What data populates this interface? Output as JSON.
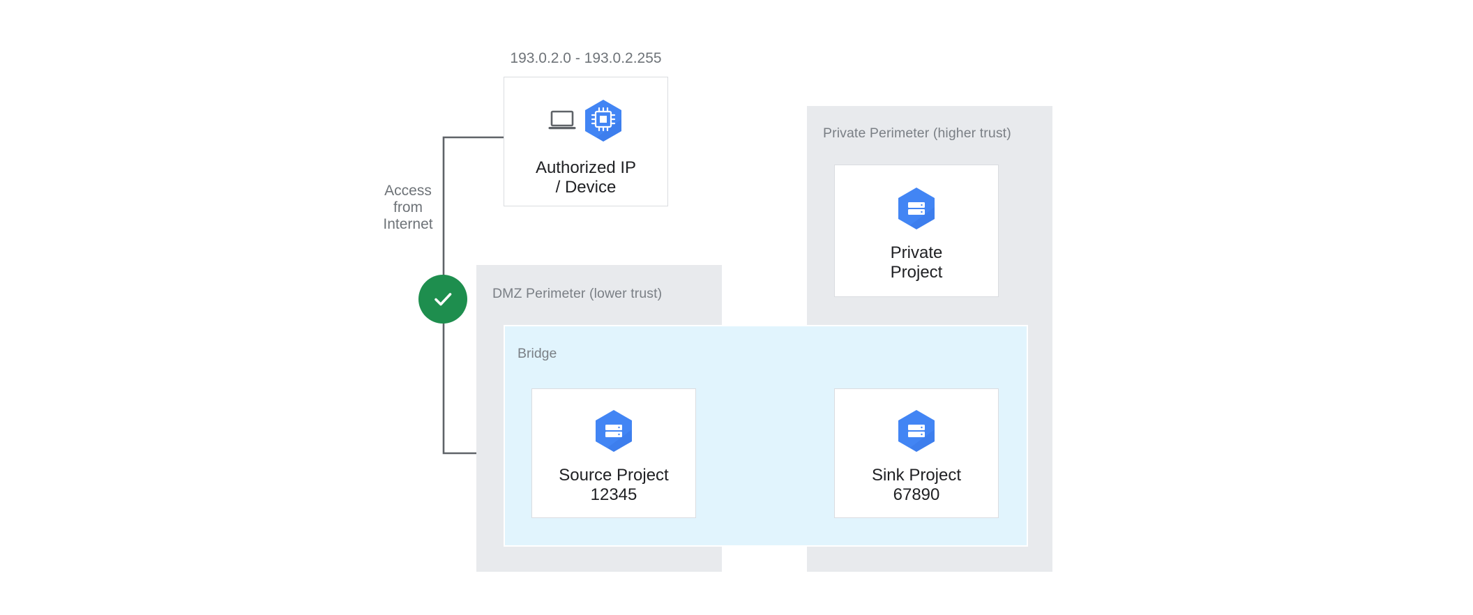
{
  "diagram": {
    "title_caption": "193.0.2.0 - 193.0.2.255",
    "access_label": "Access\nfrom\nInternet",
    "colors": {
      "perimeter_fill": "#E8EAED",
      "bridge_fill": "#E1F4FD",
      "node_border": "#DADCE0",
      "icon_blue": "#4285F4",
      "icon_blue_shadow": "#3367D6",
      "allowed_green": "#1E8E4E",
      "connector_gray": "#5F6368",
      "label_gray": "#7A7F85",
      "text_dark": "#202124"
    }
  },
  "perimeters": [
    {
      "id": "dmz",
      "label": "DMZ Perimeter (lower trust)"
    },
    {
      "id": "private",
      "label": "Private Perimeter (higher trust)"
    }
  ],
  "bridge": {
    "label": "Bridge"
  },
  "nodes": [
    {
      "id": "authorized-device",
      "label": "Authorized IP\n/ Device",
      "icons": [
        "laptop-icon",
        "compute-chip-icon"
      ],
      "caption": "193.0.2.0 - 193.0.2.255"
    },
    {
      "id": "private-project",
      "label": "Private\nProject",
      "icons": [
        "project-icon"
      ]
    },
    {
      "id": "source-project",
      "label": "Source Project\n12345",
      "icons": [
        "project-icon"
      ]
    },
    {
      "id": "sink-project",
      "label": "Sink Project\n67890",
      "icons": [
        "project-icon"
      ]
    }
  ],
  "badges": [
    {
      "id": "access-allowed",
      "icon": "check-icon",
      "color": "#1E8E4E"
    }
  ],
  "connectors": [
    {
      "id": "internet-to-source",
      "label": "Access\nfrom\nInternet",
      "arrow": false
    },
    {
      "id": "source-to-sink",
      "label": "",
      "arrow": true
    }
  ]
}
